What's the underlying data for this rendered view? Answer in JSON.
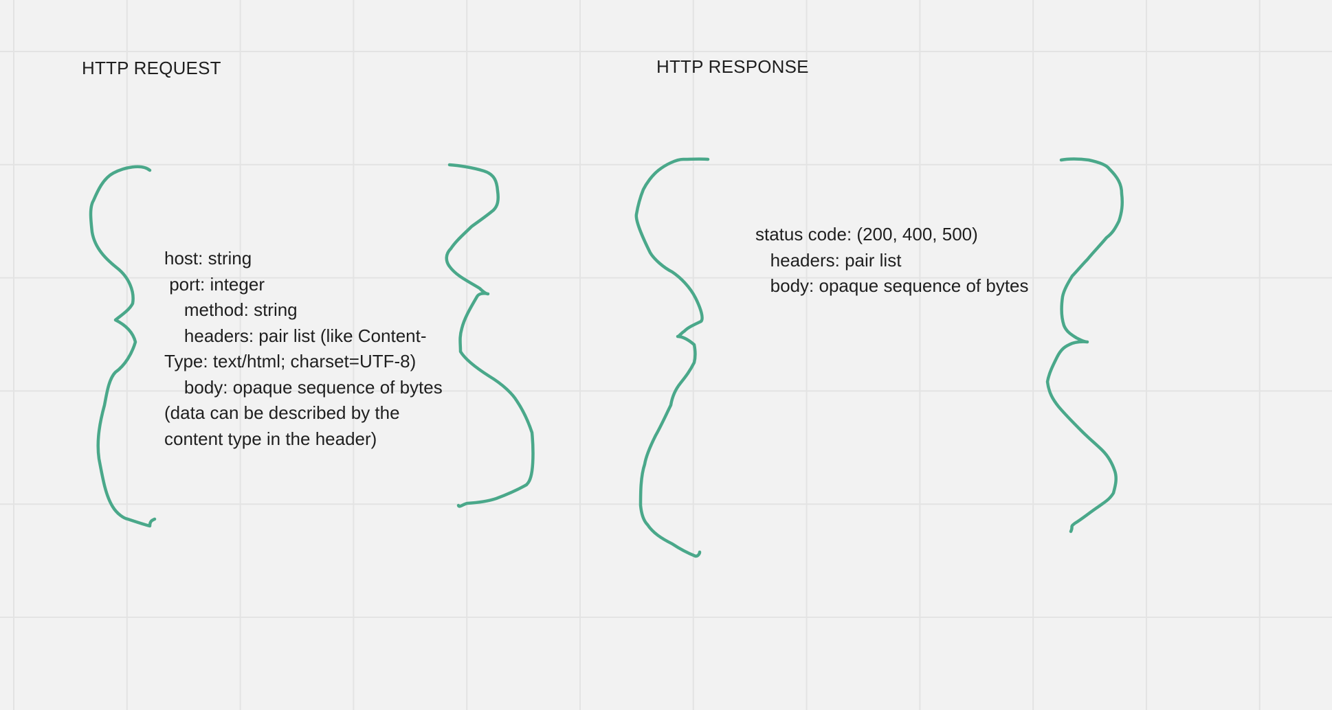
{
  "board": {
    "grid_color": "#e3e3e3",
    "background": "#f2f2f2",
    "bracket_color": "#4aa88a"
  },
  "request": {
    "title": "HTTP REQUEST",
    "lines": [
      "host: string",
      " port: integer",
      "    method: string",
      "    headers: pair list (like Content-",
      "Type: text/html; charset=UTF-8)",
      "    body: opaque sequence of bytes",
      "(data can be described by the",
      "content type in the header)"
    ]
  },
  "response": {
    "title": "HTTP RESPONSE",
    "lines": [
      "status code: (200, 400, 500)",
      "   headers: pair list",
      "   body: opaque sequence of bytes"
    ]
  }
}
